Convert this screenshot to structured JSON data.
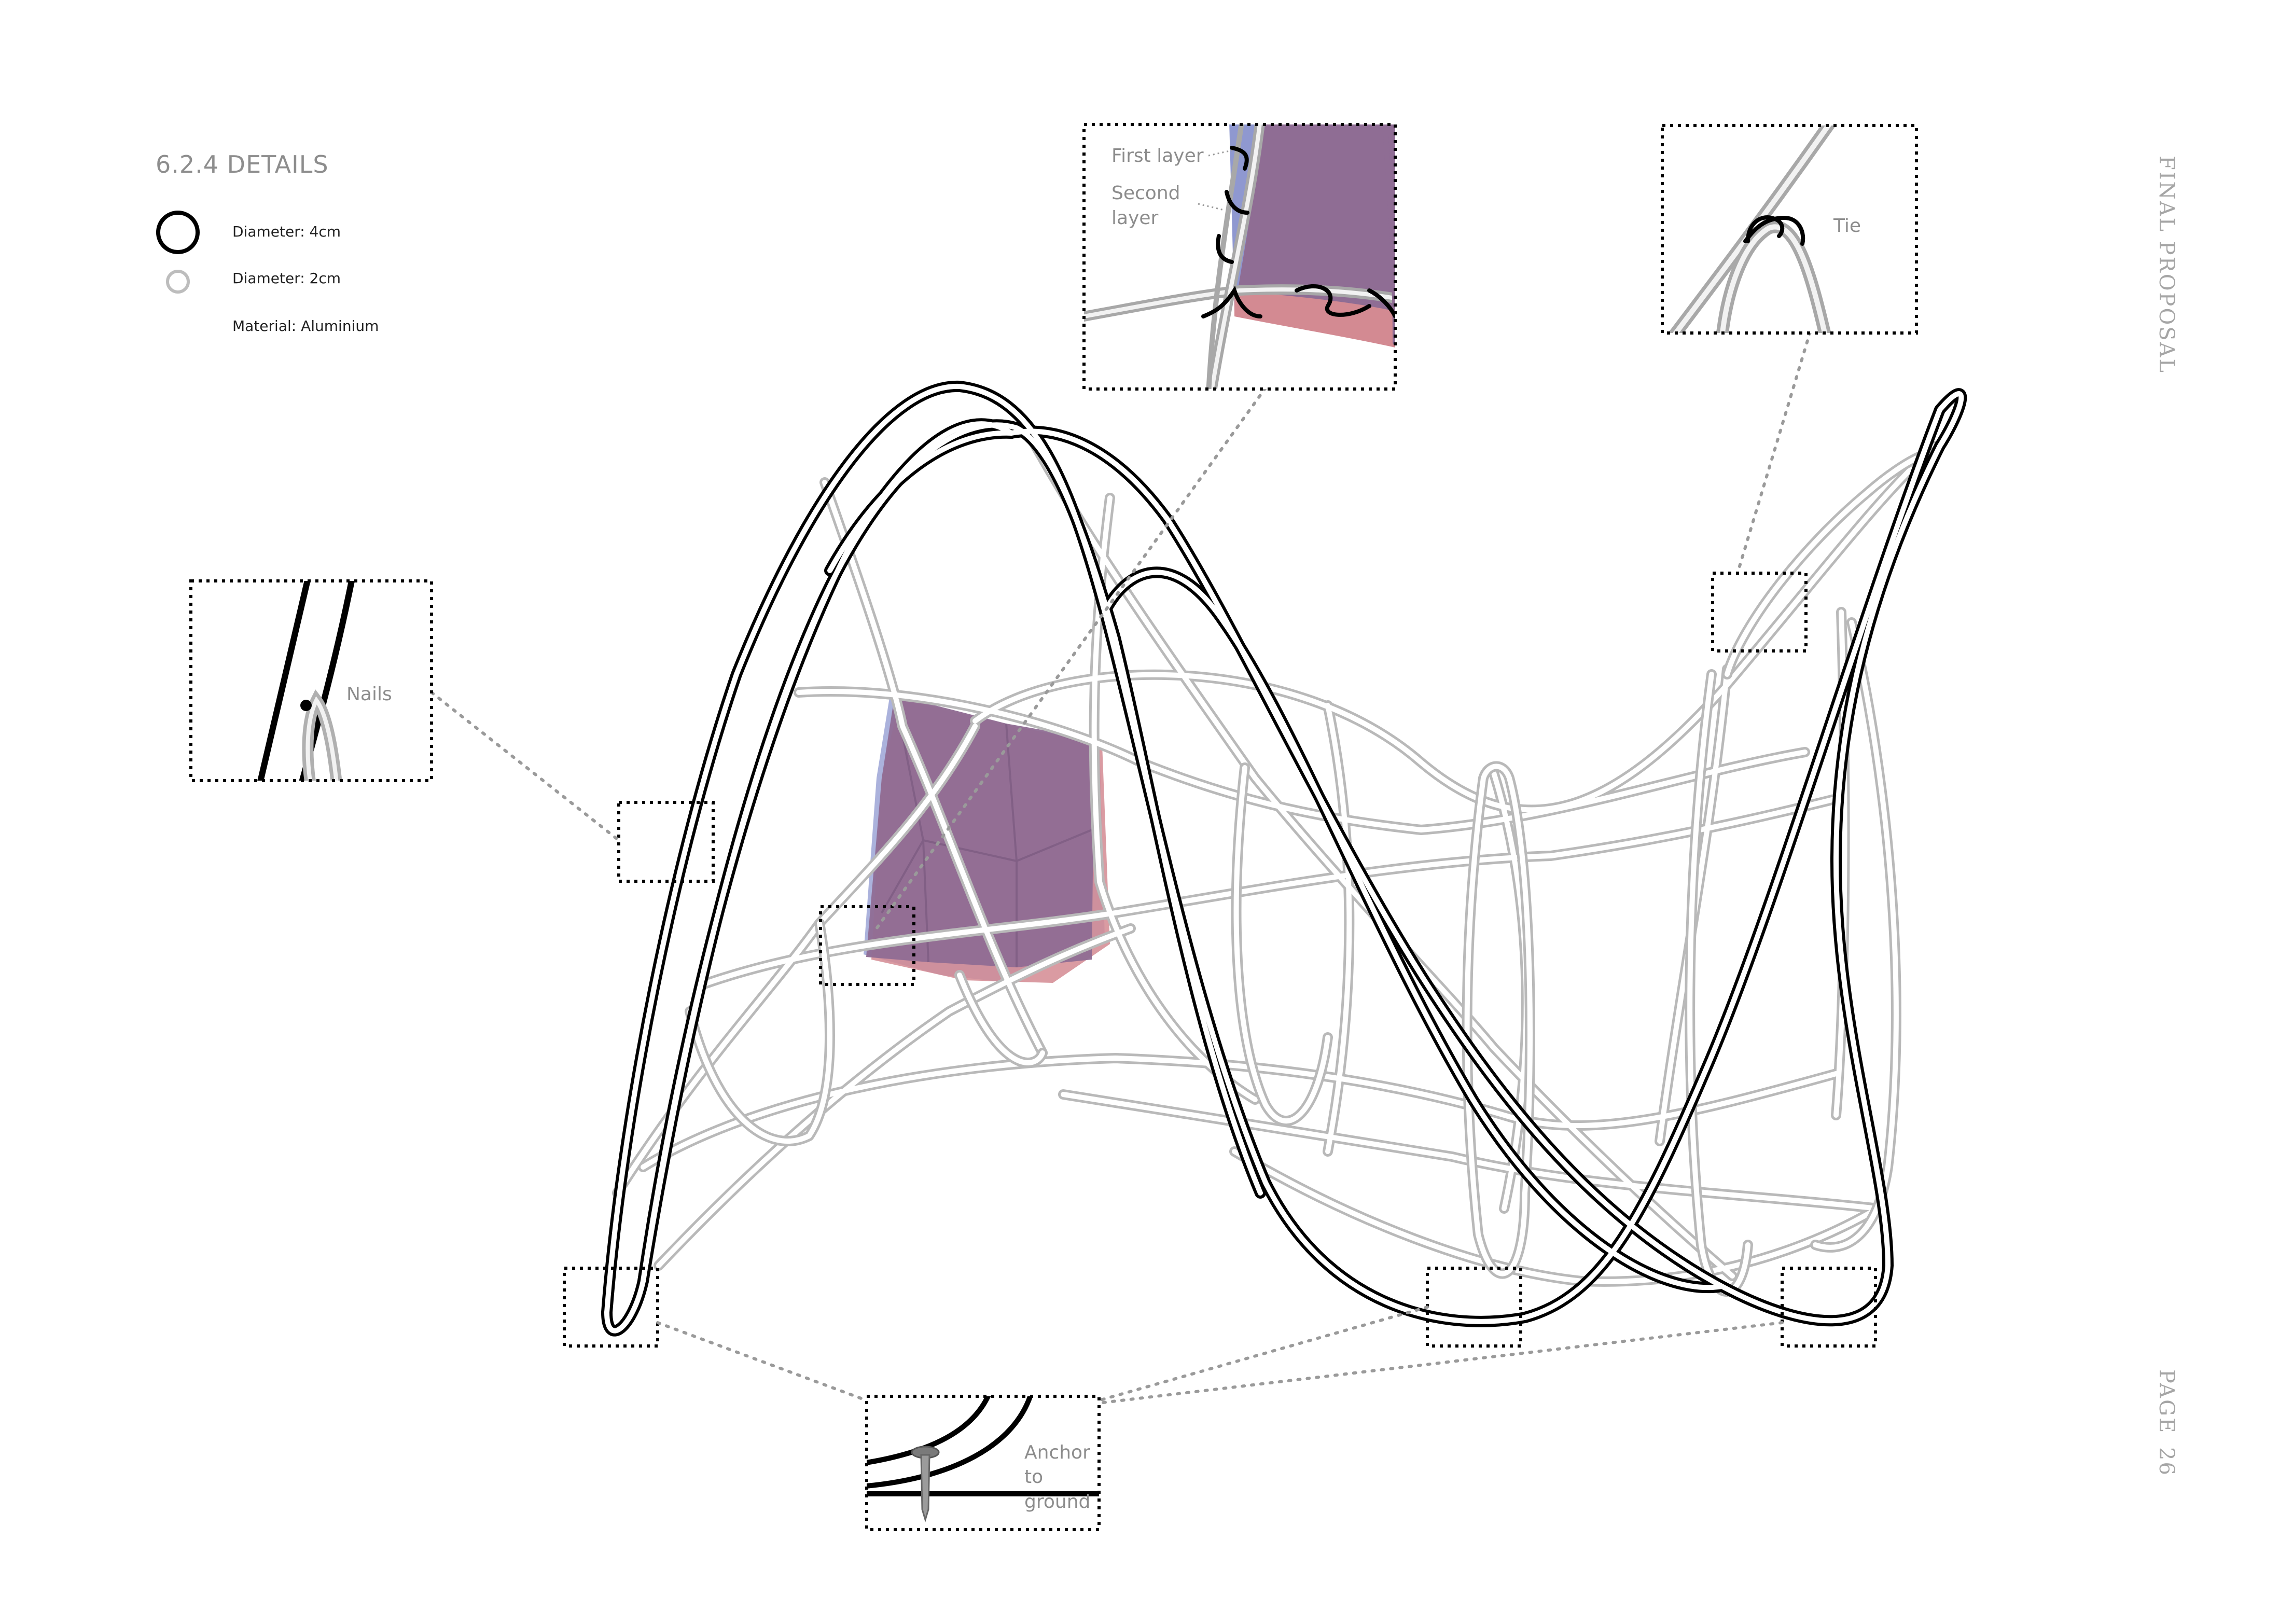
{
  "section_title": "6.2.4 DETAILS",
  "legend": {
    "items": [
      {
        "icon": "thick-ring-icon",
        "label": "Diameter: 4cm",
        "color": "#000000"
      },
      {
        "icon": "thin-ring-icon",
        "label": "Diameter: 2cm",
        "color": "#bdbdbd"
      },
      {
        "icon": "",
        "label": "Material: Aluminium"
      }
    ]
  },
  "side_labels": {
    "header": "FINAL PROPOSAL",
    "page": "PAGE",
    "page_number": "26"
  },
  "callouts": {
    "nails": "Nails",
    "first_layer": "First layer",
    "second_layer_1": "Second",
    "second_layer_2": "layer",
    "tie": "Tie",
    "anchor_1": "Anchor",
    "anchor_2": "to",
    "anchor_3": "ground"
  },
  "colors": {
    "main_tube": "#000000",
    "secondary_tube": "#bdbdbd",
    "fabric_first_layer": "#8f6d94",
    "fabric_second_layer": "#d38a92",
    "fabric_blue_edge": "#8f98d0",
    "leader_line": "#9a9a9a"
  }
}
